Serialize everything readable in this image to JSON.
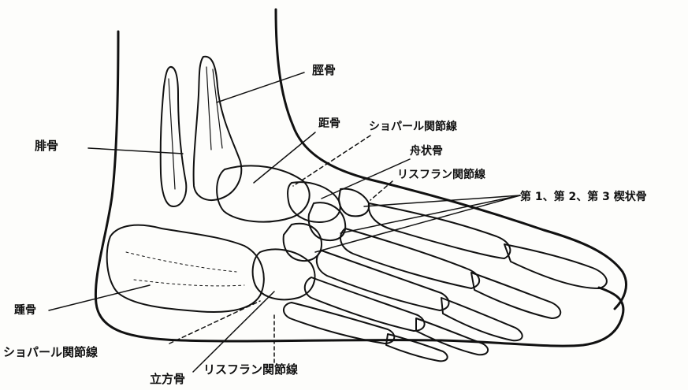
{
  "labels": {
    "keikotsu": "脛骨",
    "hikotsu": "腓骨",
    "kyokotsu_top": "距骨",
    "chopart_top": "ショパール関節線",
    "shujokotsu": "舟状骨",
    "lisfranc_top": "リスフラン関節線",
    "kyojokotsu": "第 1、第 2、第 3 楔状骨",
    "shokotsu": "踵骨",
    "chopart_bottom": "ショパール関節線",
    "rippokotsu": "立方骨",
    "lisfranc_bottom": "リスフラン関節線"
  },
  "colors": {
    "ink": "#111111",
    "paper": "#fdfdfb"
  }
}
